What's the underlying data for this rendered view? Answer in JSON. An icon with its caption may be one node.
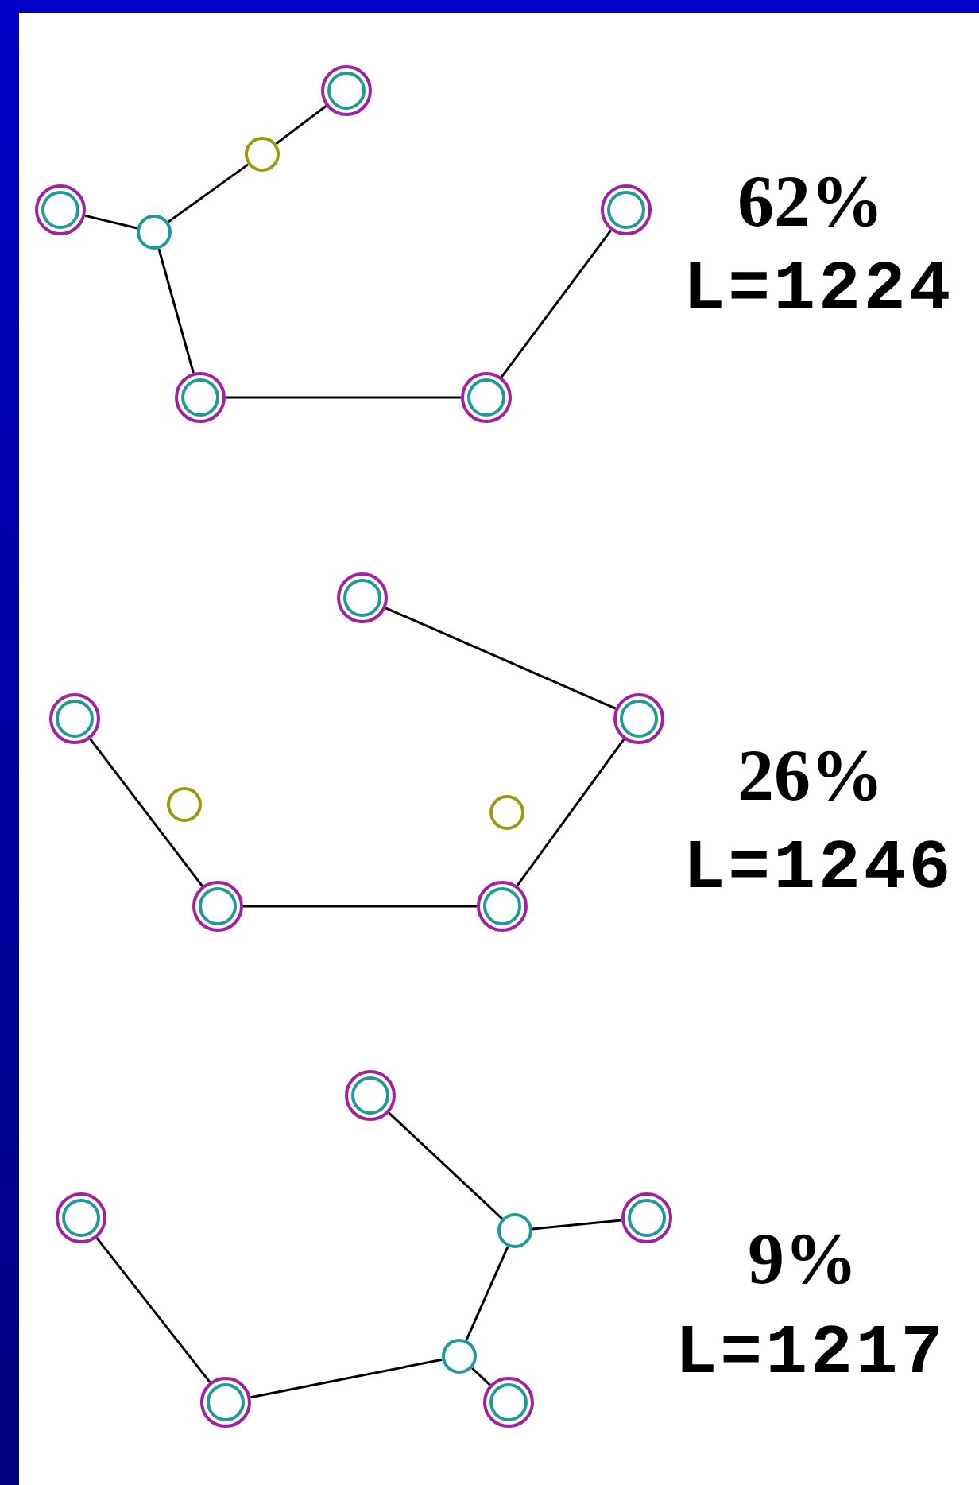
{
  "diagram": {
    "nodes": [
      {
        "text": [],
        "shape": "circle"
      },
      {
        "text": [],
        "shape": "circle"
      },
      {
        "text": [],
        "shape": "circle"
      },
      {
        "text": [],
        "shape": "circle"
      },
      {
        "text": [],
        "shape": "circle"
      },
      {
        "text": [],
        "shape": "circle"
      },
      {
        "text": [],
        "shape": "circle"
      },
      {
        "text": [],
        "shape": "circle"
      },
      {
        "text": [],
        "shape": "circle"
      },
      {
        "text": [],
        "shape": "circle"
      },
      {
        "text": [],
        "shape": "circle"
      },
      {
        "text": [],
        "shape": "circle"
      },
      {
        "text": [],
        "shape": "circle"
      },
      {
        "text": [],
        "shape": "circle"
      },
      {
        "text": [],
        "shape": "circle"
      },
      {
        "text": [],
        "shape": "circle"
      },
      {
        "text": [],
        "shape": "circle"
      },
      {
        "text": [],
        "shape": "circle"
      },
      {
        "text": [],
        "shape": "circle"
      },
      {
        "text": [],
        "shape": "circle"
      },
      {
        "text": [],
        "shape": "circle"
      }
    ],
    "edges": [
      {
        "from": 2,
        "to": 4,
        "arrow": "none"
      },
      {
        "from": 4,
        "to": 1,
        "arrow": "none"
      },
      {
        "from": 1,
        "to": 0,
        "arrow": "none"
      },
      {
        "from": 4,
        "to": 5,
        "arrow": "none"
      },
      {
        "from": 5,
        "to": 6,
        "arrow": "none"
      },
      {
        "from": 6,
        "to": 3,
        "arrow": "none"
      },
      {
        "from": 7,
        "to": 9,
        "arrow": "none"
      },
      {
        "from": 8,
        "to": 12,
        "arrow": "none"
      },
      {
        "from": 12,
        "to": 13,
        "arrow": "none"
      },
      {
        "from": 13,
        "to": 9,
        "arrow": "none"
      },
      {
        "from": 14,
        "to": 17,
        "arrow": "none"
      },
      {
        "from": 17,
        "to": 16,
        "arrow": "none"
      },
      {
        "from": 17,
        "to": 18,
        "arrow": "none"
      },
      {
        "from": 18,
        "to": 20,
        "arrow": "none"
      },
      {
        "from": 15,
        "to": 19,
        "arrow": "none"
      },
      {
        "from": 19,
        "to": 18,
        "arrow": "none"
      }
    ],
    "labels": [
      "62%",
      "L=1224",
      "26%",
      "L=1246",
      "9%",
      "L=1217"
    ]
  }
}
